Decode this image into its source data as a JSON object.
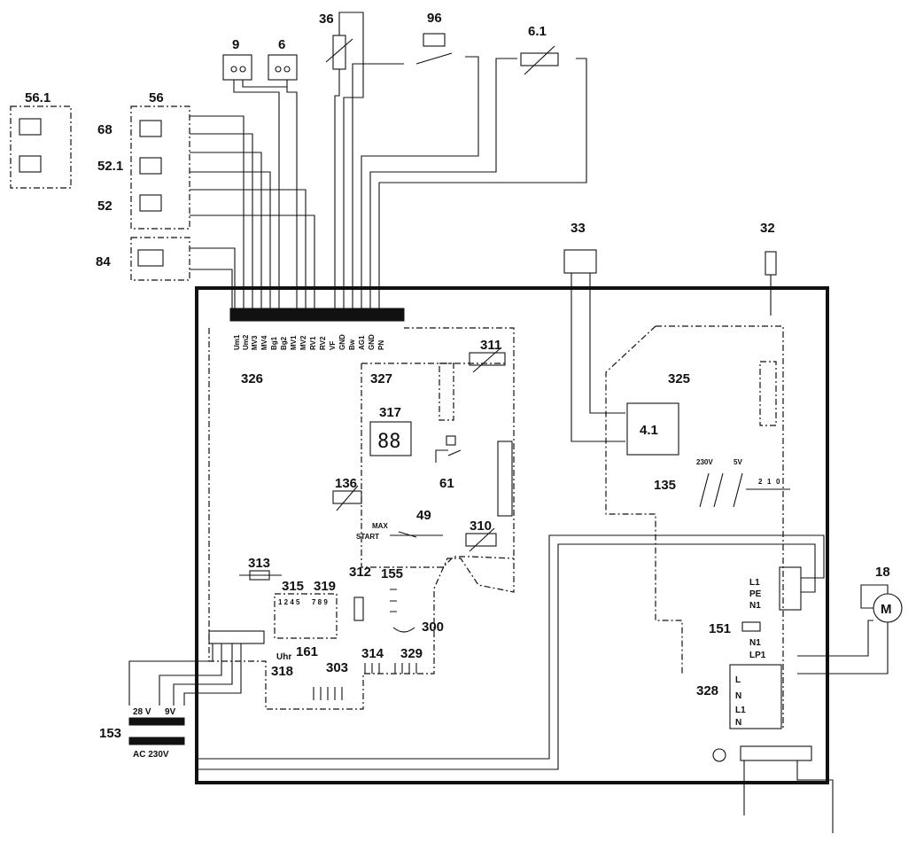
{
  "components": {
    "c9": "9",
    "c6": "6",
    "c36": "36",
    "c96": "96",
    "c61top": "6.1",
    "c56_1": "56.1",
    "c56": "56",
    "c68": "68",
    "c52_1": "52.1",
    "c52": "52",
    "c84": "84",
    "c33": "33",
    "c32": "32",
    "c326": "326",
    "c327": "327",
    "c325": "325",
    "c311": "311",
    "c317": "317",
    "c41": "4.1",
    "c136": "136",
    "c61": "61",
    "c135": "135",
    "c49": "49",
    "c310": "310",
    "c313": "313",
    "c312": "312",
    "c155": "155",
    "c315": "315",
    "c319": "319",
    "c300": "300",
    "c161": "161",
    "c318": "318",
    "c303": "303",
    "c314": "314",
    "c329": "329",
    "c151": "151",
    "c328": "328",
    "c18": "18",
    "c153": "153"
  },
  "terminals": [
    "Um1",
    "Um2",
    "MV3",
    "MV4",
    "Bg1",
    "Bg2",
    "MV1",
    "MV2",
    "RV1",
    "RV2",
    "VF",
    "GND",
    "Bw",
    "AG1",
    "GND",
    "PN"
  ],
  "labels": {
    "display": "88",
    "v230": "230V",
    "v5": "5V",
    "n2": "2",
    "n1": "1",
    "n0": "0",
    "max": "MAX",
    "start": "START",
    "uhr": "Uhr",
    "l1": "L1",
    "pe": "PE",
    "n1term": "N1",
    "n1b": "N1",
    "lp1": "LP1",
    "l": "L",
    "n": "N",
    "l1b": "L1",
    "nb": "N",
    "v28": "28 V",
    "v9": "9V",
    "ac": "AC 230V",
    "motor": "M",
    "dip1": "1 2 4 5",
    "dip2": "7 8 9"
  }
}
